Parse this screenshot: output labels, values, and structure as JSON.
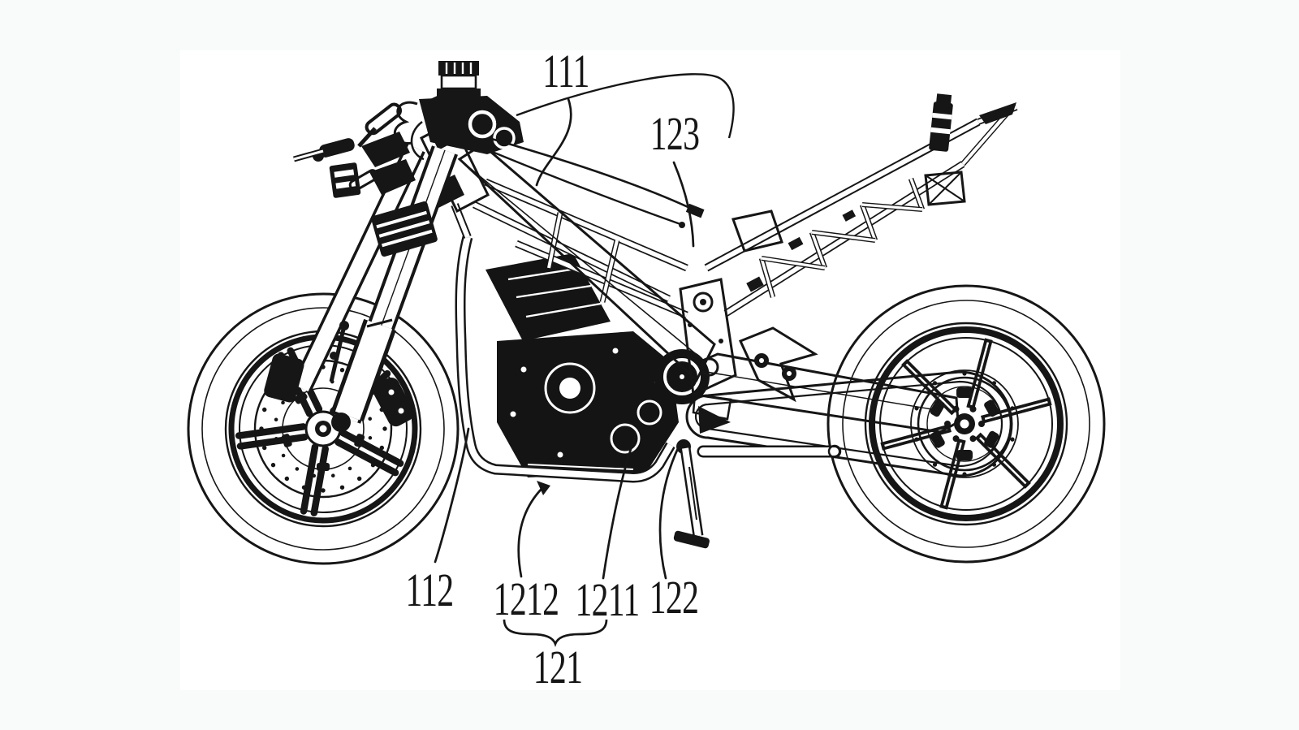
{
  "figure": {
    "kind": "patent-line-drawing",
    "subject": "motorcycle frame and chassis side view",
    "page_background": "#f8fbfa",
    "canvas_background": "#ffffff",
    "ink_color": "#161616"
  },
  "labels": {
    "r111": "111",
    "r123": "123",
    "r112": "112",
    "r1212": "1212",
    "r1211": "1211",
    "r122": "122",
    "r121": "121"
  }
}
